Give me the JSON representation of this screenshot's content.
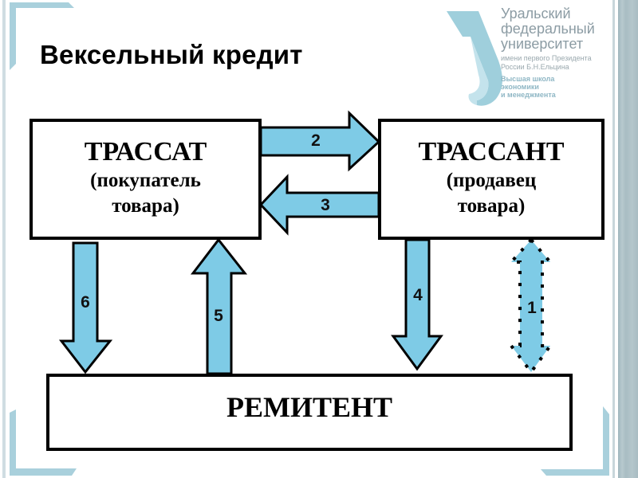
{
  "slide": {
    "title": "Вексельный кредит"
  },
  "logo": {
    "line1": "Уральский",
    "line2": "федеральный",
    "line3": "университет",
    "subtitle1": "имени первого Президента",
    "subtitle2": "России Б.Н.Ельцина",
    "school1": "Высшая школа",
    "school2": "экономики",
    "school3": "и менеджмента"
  },
  "colors": {
    "arrow_fill": "#7ecbe6",
    "arrow_stroke": "#000000",
    "accent_frame": "#9fcbd8"
  },
  "boxes": {
    "trassat": {
      "title": "ТРАССАТ",
      "line1": "(покупатель",
      "line2": "товара)"
    },
    "trassant": {
      "title": "ТРАССАНТ",
      "line1": "(продавец",
      "line2": "товара)"
    },
    "remitent": {
      "title": "РЕМИТЕНТ"
    }
  },
  "arrows": [
    {
      "id": "1",
      "label": "1",
      "from": "ТРАССАНТ",
      "to": "РЕМИТЕНТ",
      "direction": "bidirectional",
      "style": "dotted"
    },
    {
      "id": "2",
      "label": "2",
      "from": "ТРАССАТ",
      "to": "ТРАССАНТ",
      "direction": "right",
      "style": "solid"
    },
    {
      "id": "3",
      "label": "3",
      "from": "ТРАССАНТ",
      "to": "ТРАССАТ",
      "direction": "left",
      "style": "solid"
    },
    {
      "id": "4",
      "label": "4",
      "from": "ТРАССАНТ",
      "to": "РЕМИТЕНТ",
      "direction": "down",
      "style": "solid"
    },
    {
      "id": "5",
      "label": "5",
      "from": "РЕМИТЕНТ",
      "to": "ТРАССАТ",
      "direction": "up",
      "style": "solid"
    },
    {
      "id": "6",
      "label": "6",
      "from": "ТРАССАТ",
      "to": "РЕМИТЕНТ",
      "direction": "down",
      "style": "solid"
    }
  ]
}
